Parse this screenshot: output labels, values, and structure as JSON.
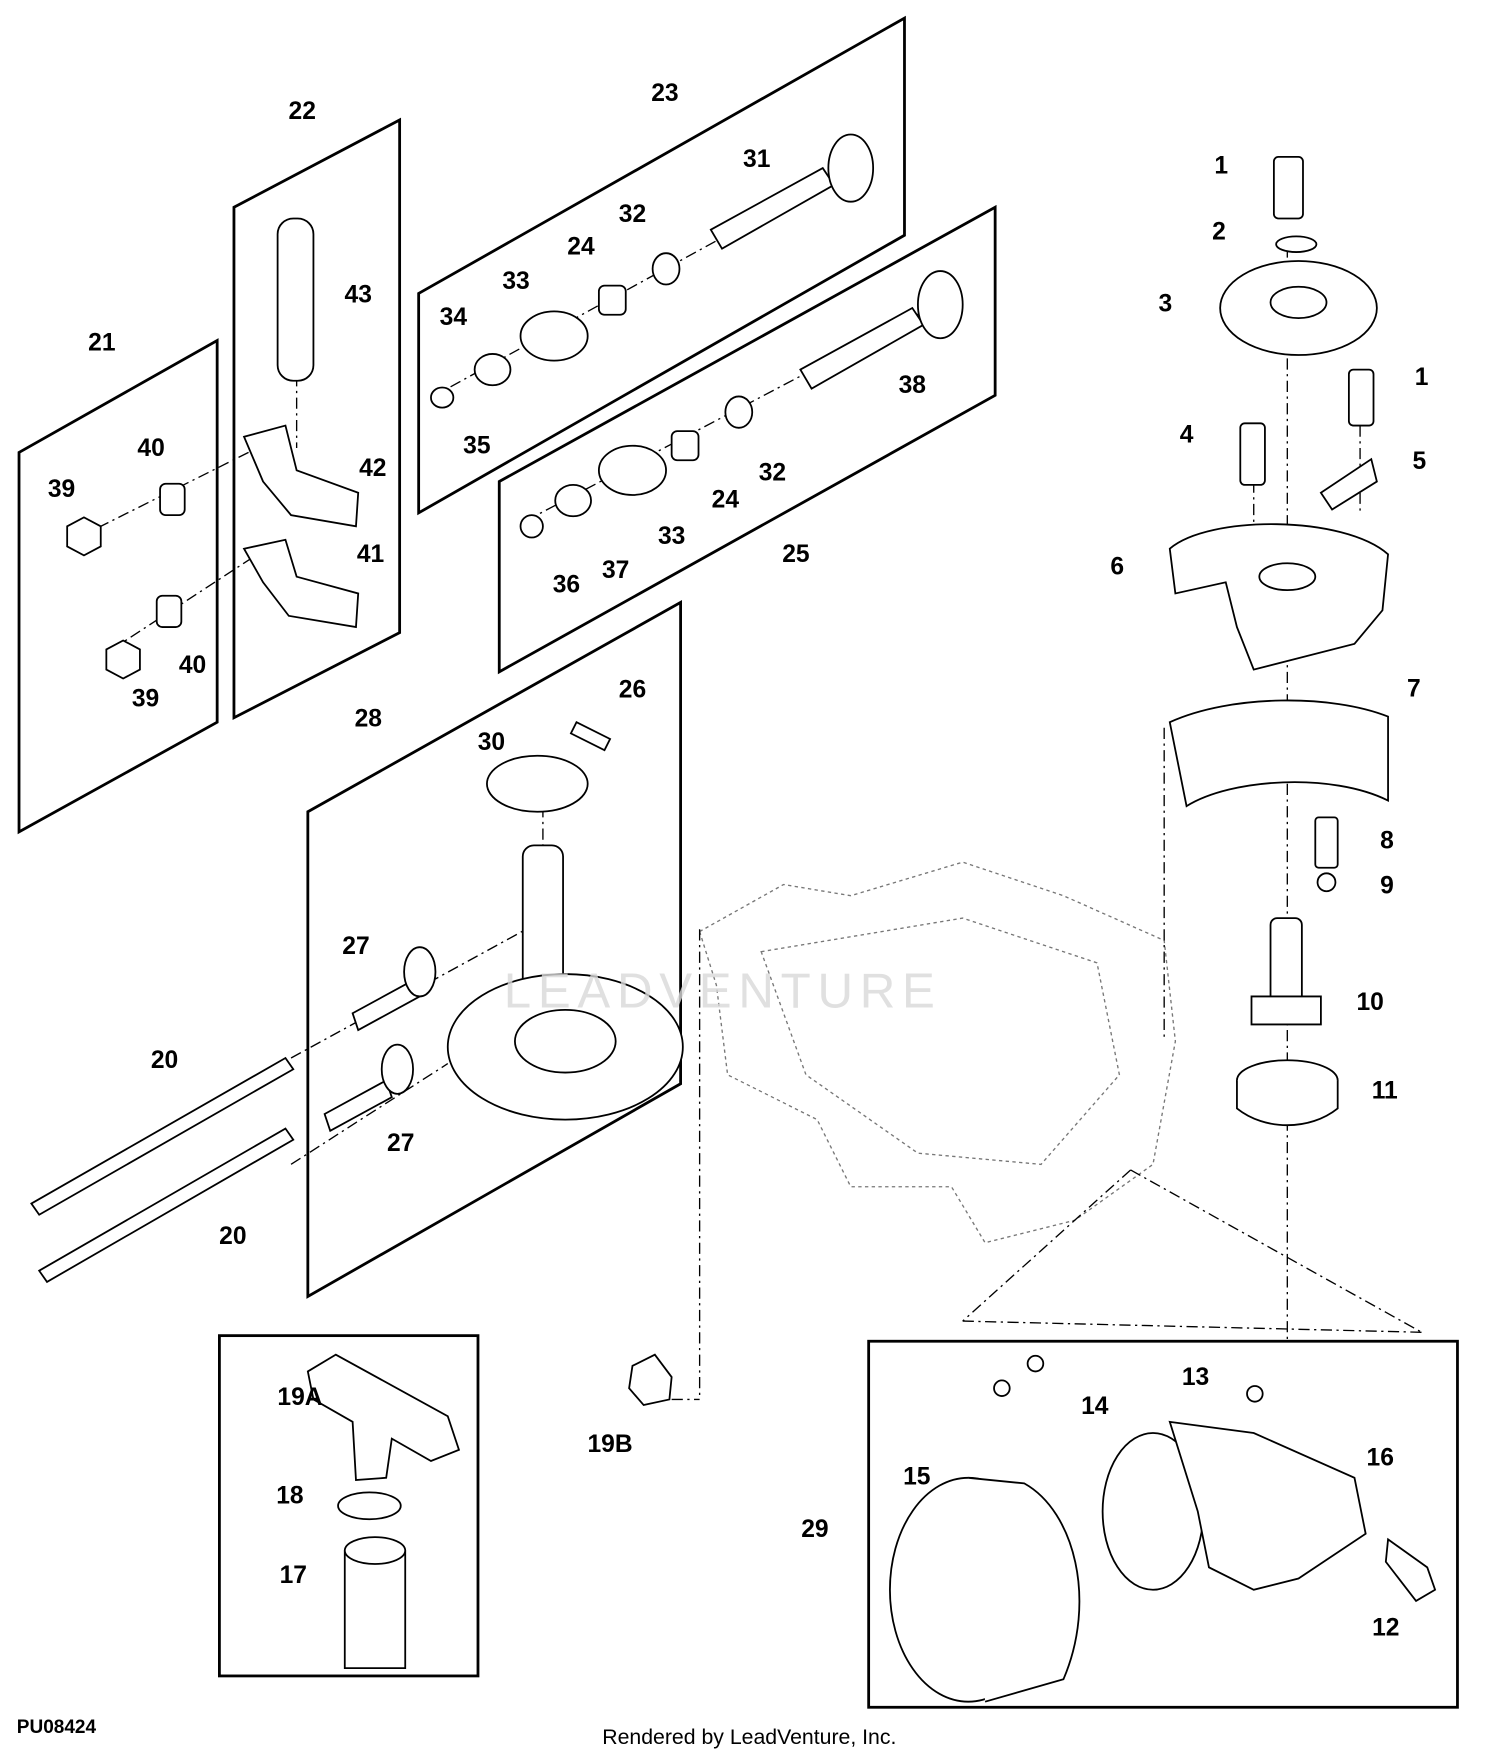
{
  "figure_id": "PU08424",
  "footer": "Rendered by LeadVenture, Inc.",
  "watermark": "LEADVENTURE",
  "callouts": [
    "22",
    "23",
    "31",
    "32",
    "24",
    "33",
    "34",
    "35",
    "43",
    "21",
    "40",
    "39",
    "42",
    "41",
    "39",
    "40",
    "38",
    "32",
    "24",
    "33",
    "25",
    "36",
    "37",
    "1",
    "2",
    "3",
    "1",
    "4",
    "5",
    "6",
    "7",
    "8",
    "9",
    "10",
    "11",
    "26",
    "28",
    "30",
    "27",
    "27",
    "20",
    "20",
    "19A",
    "18",
    "17",
    "19B",
    "13",
    "14",
    "16",
    "15",
    "29",
    "12"
  ]
}
